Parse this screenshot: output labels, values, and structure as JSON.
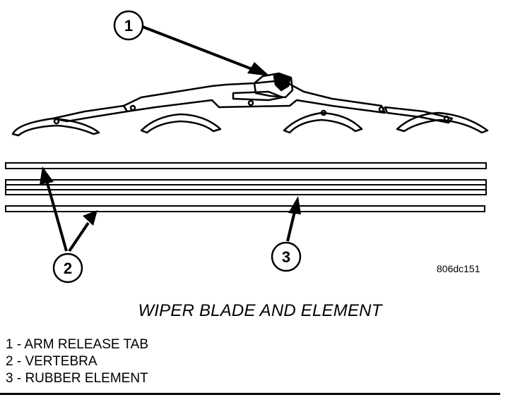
{
  "figure": {
    "callouts": [
      "1",
      "2",
      "3"
    ],
    "figure_id": "806dc151",
    "caption": "WIPER BLADE AND ELEMENT"
  },
  "legend": {
    "items": [
      "1 - ARM RELEASE TAB",
      "2 - VERTEBRA",
      "3 - RUBBER ELEMENT"
    ]
  }
}
